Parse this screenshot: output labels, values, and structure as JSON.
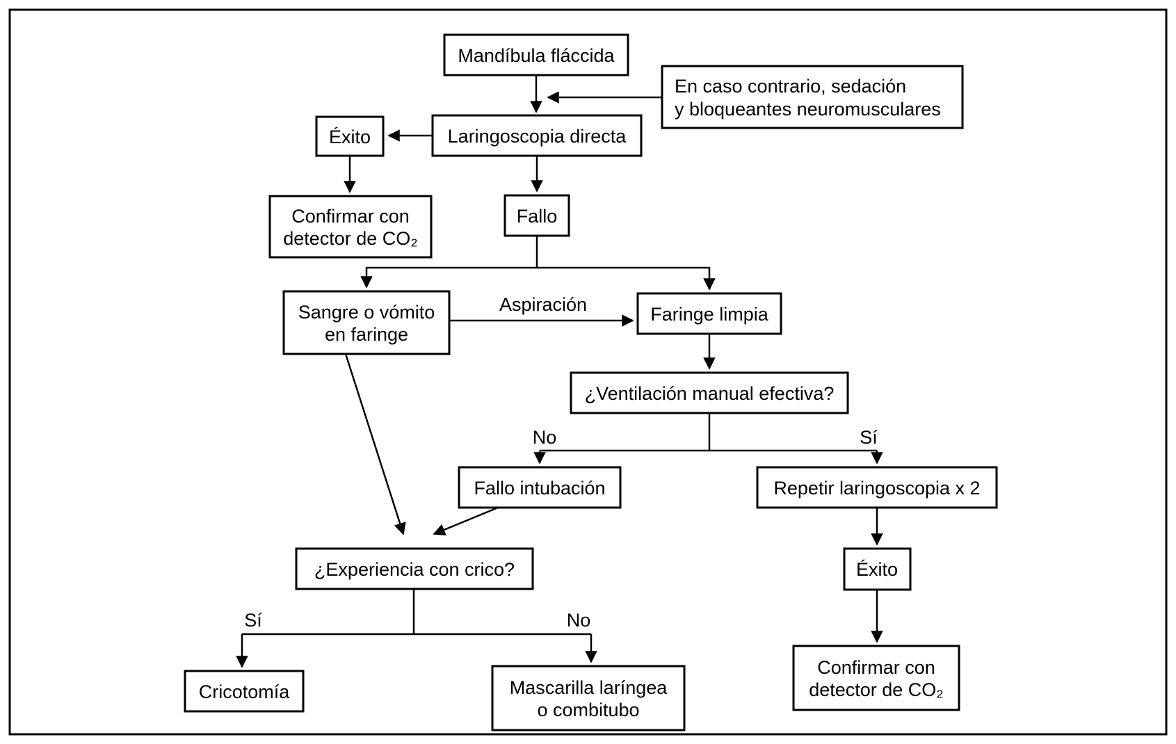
{
  "figure": {
    "type": "flowchart",
    "language": "es",
    "topic": "Algoritmo de intubación con laringoscopia directa",
    "colors": {
      "line": "#000000",
      "background": "#ffffff",
      "text": "#000000"
    }
  },
  "nodes": {
    "mandibula": {
      "label": "Mandíbula fláccida"
    },
    "contrario": {
      "line1": "En caso contrario, sedación",
      "line2": "y bloqueantes neuromusculares"
    },
    "laringoscopia": {
      "label": "Laringoscopia directa"
    },
    "exito1": {
      "label": "Éxito"
    },
    "confirmar1": {
      "line1": "Confirmar con",
      "line2": "detector de CO₂"
    },
    "fallo": {
      "label": "Fallo"
    },
    "sangre": {
      "line1": "Sangre o vómito",
      "line2": "en faringe"
    },
    "faringe": {
      "label": "Faringe limpia"
    },
    "ventilacion": {
      "label": "¿Ventilación manual efectiva?"
    },
    "fallo_intubacion": {
      "label": "Fallo intubación"
    },
    "repetir": {
      "label": "Repetir laringoscopia x 2"
    },
    "exito2": {
      "label": "Éxito"
    },
    "confirmar2": {
      "line1": "Confirmar con",
      "line2": "detector de CO₂"
    },
    "experiencia": {
      "label": "¿Experiencia con crico?"
    },
    "cricotomia": {
      "label": "Cricotomía"
    },
    "mascarilla": {
      "line1": "Mascarilla laríngea",
      "line2": "o combitubo"
    }
  },
  "edge_labels": {
    "aspiracion": "Aspiración",
    "ventilacion_no": "No",
    "ventilacion_si": "Sí",
    "experiencia_si": "Sí",
    "experiencia_no": "No"
  }
}
